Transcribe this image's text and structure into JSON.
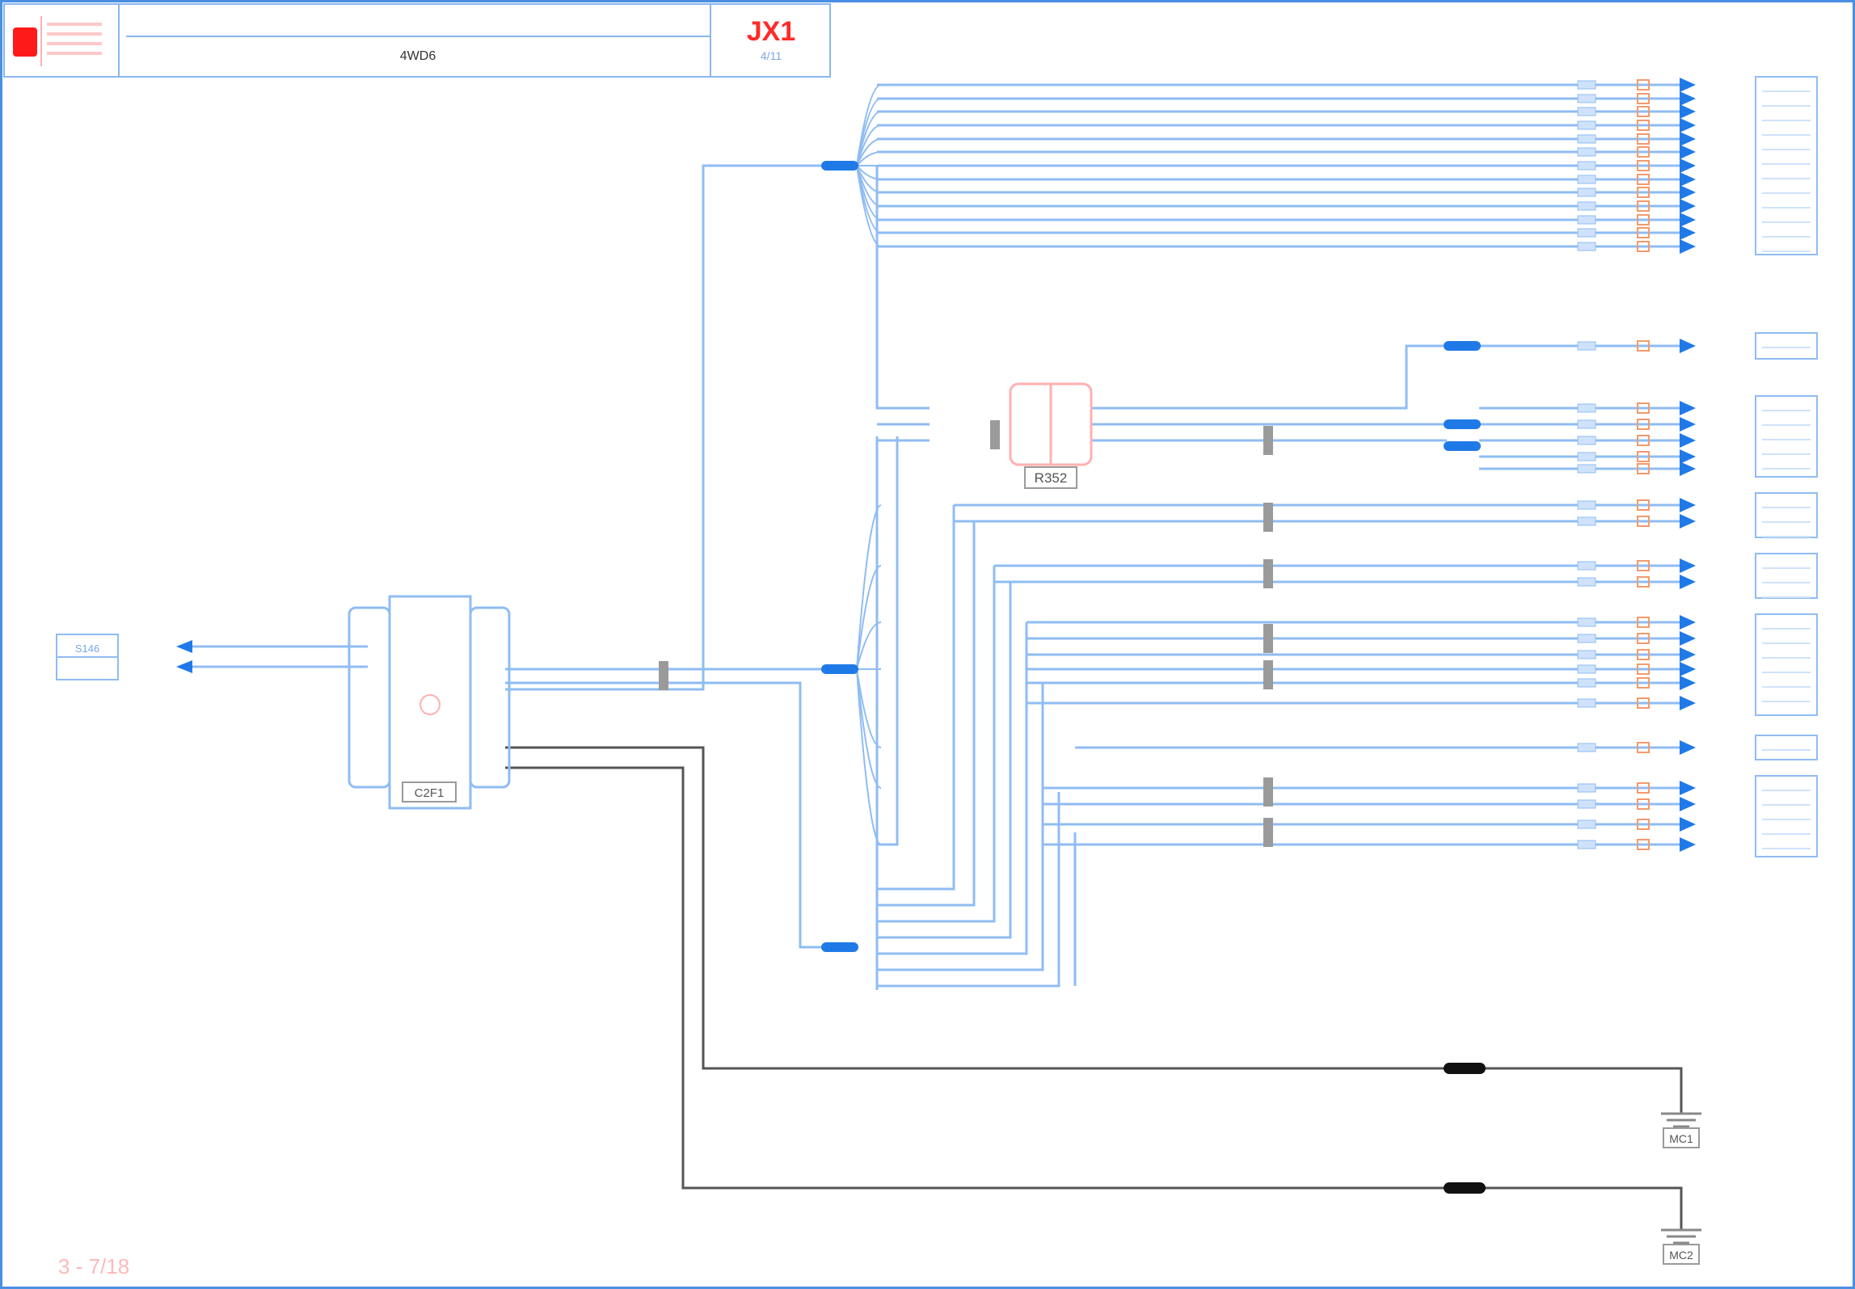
{
  "title_block": {
    "drawing_title": "4WD6",
    "diagram_code": "JX1",
    "diagram_subcode": "4/11"
  },
  "page_number": "3 - 7/18",
  "components": [
    {
      "id": "comp-ecu",
      "label": "C2F1"
    },
    {
      "id": "comp-relay",
      "label": "R352"
    },
    {
      "id": "comp-left-connector",
      "label": "S146"
    }
  ],
  "grounds": [
    {
      "id": "ground-1",
      "label": "MC1"
    },
    {
      "id": "ground-2",
      "label": "MC2"
    }
  ],
  "colors": {
    "wire": "#1f7ae8",
    "wire_light": "#8fbcf3",
    "ground_wire": "#555555",
    "fuse": "#f39a6b",
    "accent": "#ff1a1a",
    "splice": "#1f7ae8",
    "splice_ground": "#111111"
  }
}
